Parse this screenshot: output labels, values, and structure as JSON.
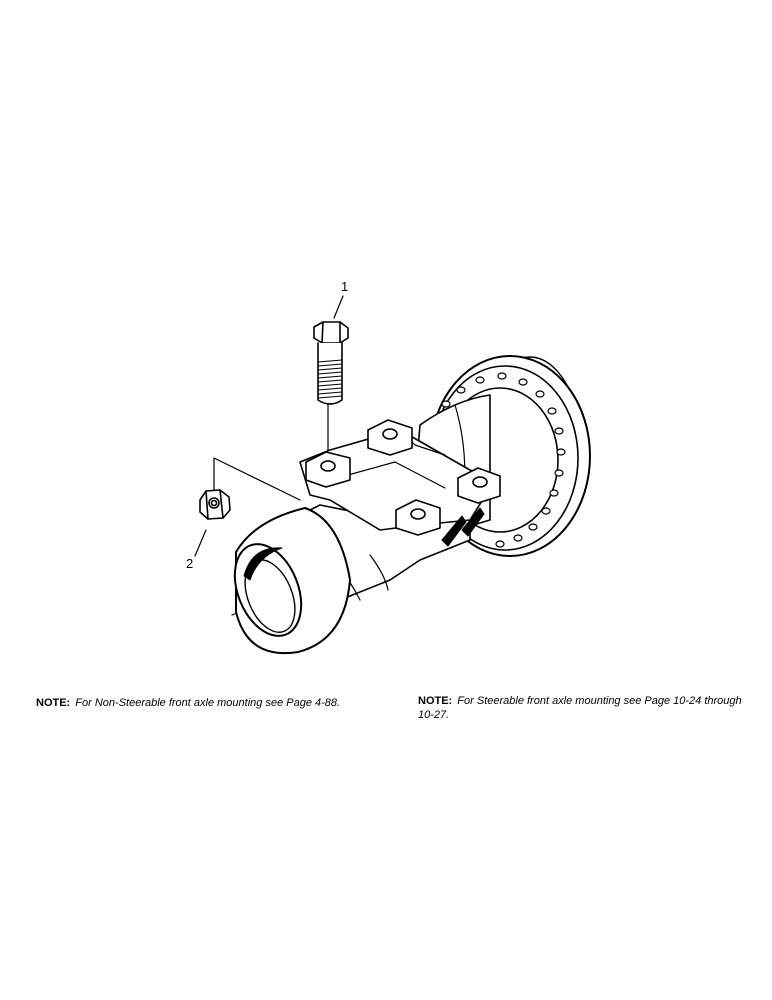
{
  "callouts": {
    "bolt": "1",
    "nut": "2"
  },
  "notes": [
    {
      "label": "NOTE:",
      "text": "For Non-Steerable front axle mounting see Page 4-88."
    },
    {
      "label": "NOTE:",
      "text": "For Steerable front axle mounting see Page 10-24 through 10-27."
    }
  ]
}
